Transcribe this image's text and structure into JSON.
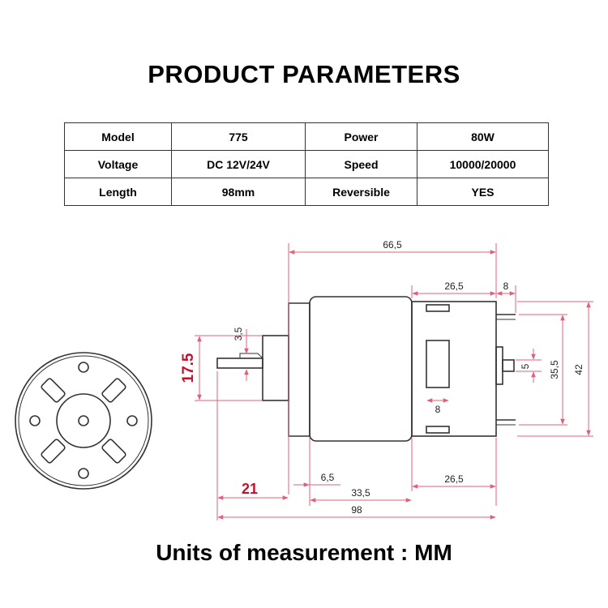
{
  "title": "PRODUCT PARAMETERS",
  "parameters": [
    {
      "label": "Model",
      "value": "775",
      "label2": "Power",
      "value2": "80W"
    },
    {
      "label": "Voltage",
      "value": "DC 12V/24V",
      "label2": "Speed",
      "value2": "10000/20000"
    },
    {
      "label": "Length",
      "value": "98mm",
      "label2": "Reversible",
      "value2": "YES"
    }
  ],
  "dimensions": {
    "overall_body": "66,5",
    "rear_section": "26,5",
    "rear_cap": "8",
    "shaft_flat": "3,5",
    "shaft_length": "17.5",
    "terminal_window": "8",
    "bearing_height": "5",
    "inner_height": "35,5",
    "outer_diameter": "42",
    "front_boss": "21",
    "boss_step": "6,5",
    "front_section": "33,5",
    "rear_section_bottom": "26,5",
    "total_length": "98"
  },
  "units_note": "Units of measurement : MM",
  "colors": {
    "dimension_red": "#c8102e",
    "dimension_pink": "#e0607a",
    "line": "#333333"
  }
}
